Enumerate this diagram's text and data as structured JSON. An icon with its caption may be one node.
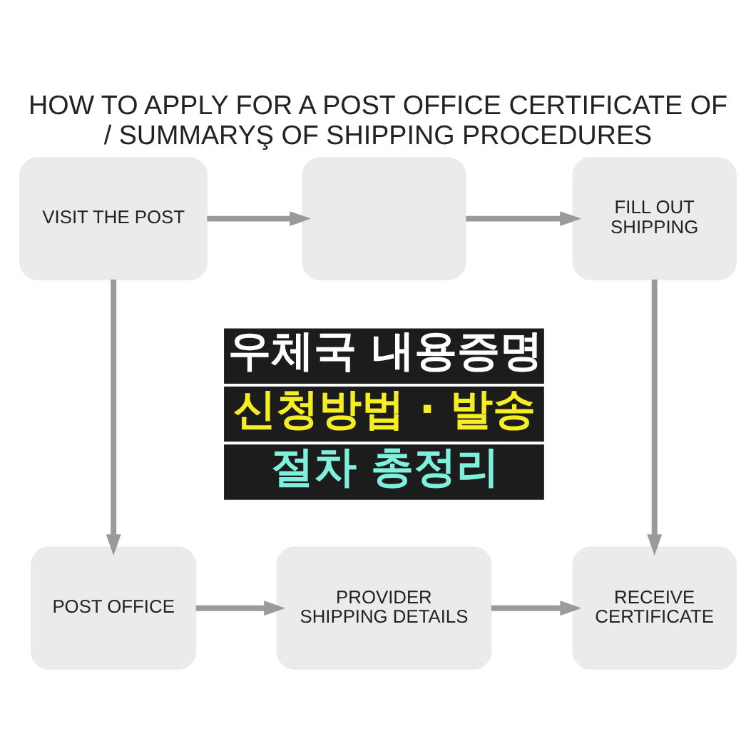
{
  "diagram": {
    "title": "HOW TO APPLY FOR A POST OFFICE CERTIFICATE OF / SUMMARYŞ OF SHIPPING PROCEDURES",
    "nodes": [
      {
        "text": [
          "VISIT THE POST"
        ]
      },
      {
        "text": [],
        "shape": "box"
      },
      {
        "text": [
          "FILL OUT SHIPPING"
        ]
      },
      {
        "text": [
          "POST OFFICE"
        ]
      },
      {
        "text": [
          "PROVIDER SHIPPING DETAILS"
        ]
      },
      {
        "text": [
          "RECEIVE CERTIFICATE"
        ]
      }
    ],
    "edges": [
      {
        "from": 0,
        "to": 1,
        "arrow": "to"
      },
      {
        "from": 1,
        "to": 2,
        "arrow": "to"
      },
      {
        "from": 0,
        "to": 3,
        "arrow": "to"
      },
      {
        "from": 2,
        "to": 5,
        "arrow": "to"
      },
      {
        "from": 3,
        "to": 4,
        "arrow": "to"
      },
      {
        "from": 4,
        "to": 5,
        "arrow": "to"
      }
    ],
    "labels": [
      "우체국 내용증명",
      "신청방법 · 발송",
      "절차 총정리"
    ]
  }
}
